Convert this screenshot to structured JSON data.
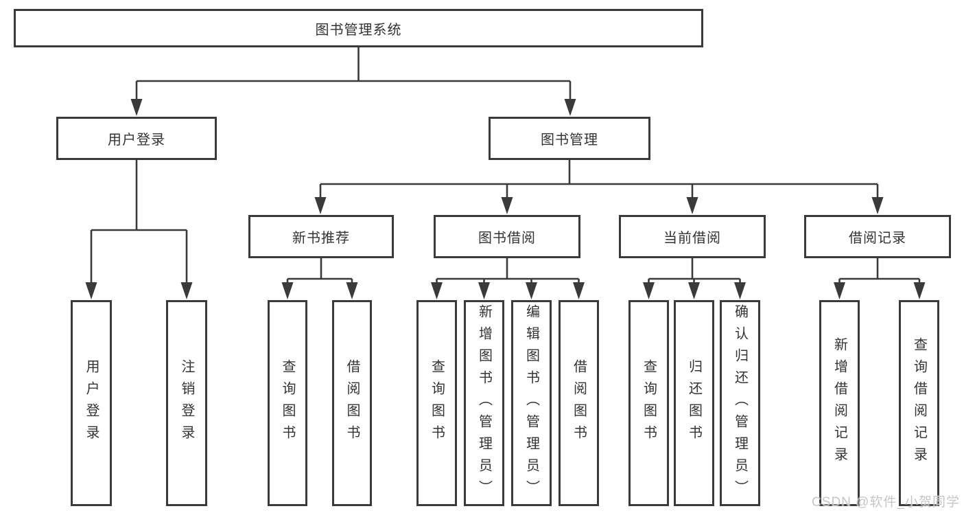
{
  "page": {
    "background": "#ffffff",
    "line_color": "#3a3a3a",
    "text_color": "#333333"
  },
  "diagram": {
    "root": {
      "label": "图书管理系统"
    },
    "level2": [
      {
        "label": "用户登录"
      },
      {
        "label": "图书管理"
      }
    ],
    "level3": [
      {
        "label": "新书推荐"
      },
      {
        "label": "图书借阅"
      },
      {
        "label": "当前借阅"
      },
      {
        "label": "借阅记录"
      }
    ],
    "leaves": {
      "user_login": [
        "用户登录",
        "注销登录"
      ],
      "new_book_recommend": [
        "查询图书",
        "借阅图书"
      ],
      "book_borrow": [
        "查询图书",
        "新增图书（管理员）",
        "编辑图书（管理员）",
        "借阅图书"
      ],
      "current_borrow": [
        "查询图书",
        "归还图书",
        "确认归还（管理员）"
      ],
      "borrow_records": [
        "新增借阅记录",
        "查询借阅记录"
      ]
    }
  },
  "watermark": {
    "text": "CSDN @软件_小贺同学"
  }
}
